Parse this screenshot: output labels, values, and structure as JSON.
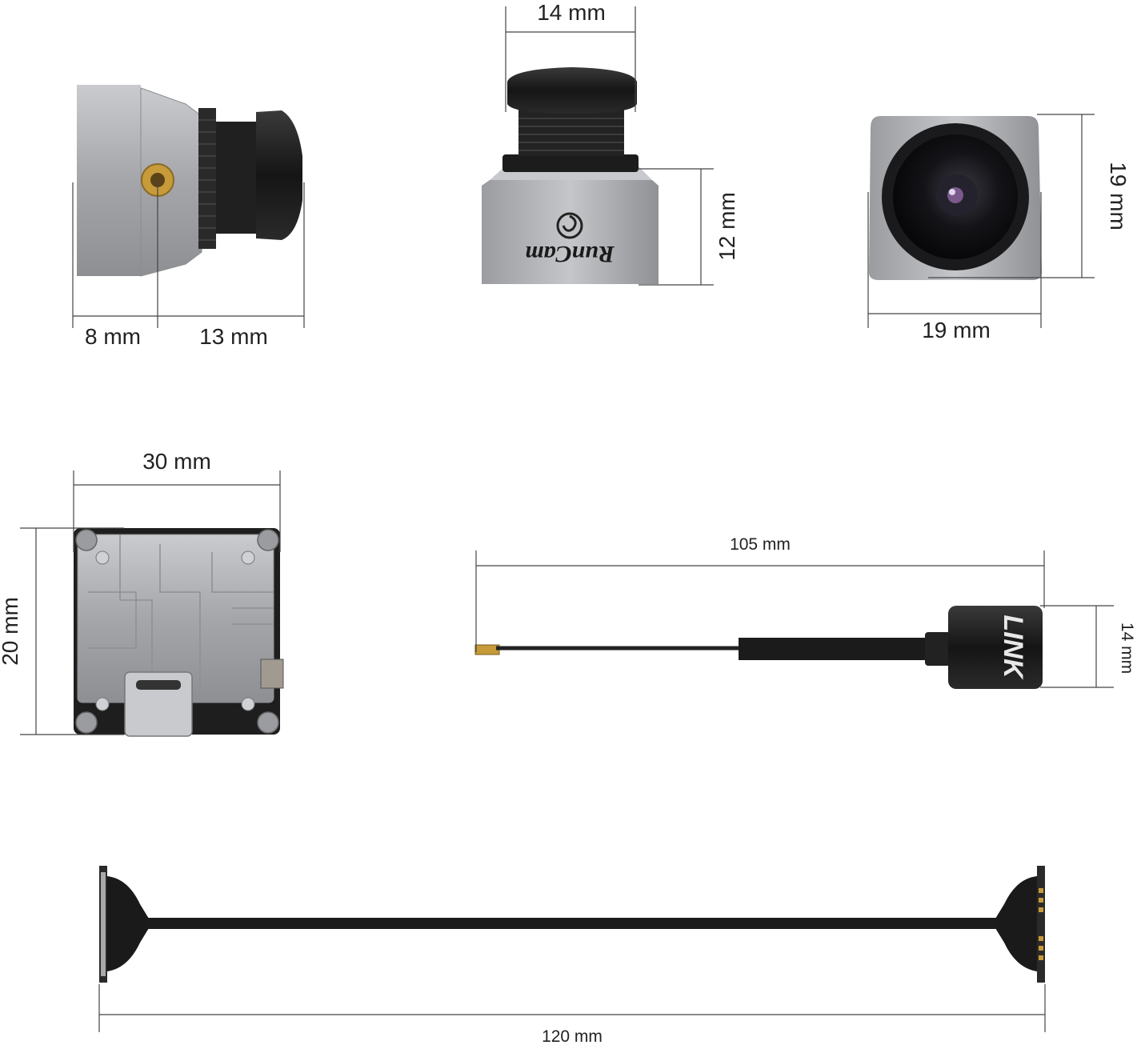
{
  "dimensions": {
    "camera_side_mount": "8 mm",
    "camera_side_body": "13 mm",
    "camera_front_lens_width": "14 mm",
    "camera_front_body_height": "12 mm",
    "camera_top_width": "19 mm",
    "camera_top_height": "19 mm",
    "vtx_width": "30 mm",
    "vtx_height": "20 mm",
    "antenna_length": "105 mm",
    "antenna_head_diameter": "14 mm",
    "cable_length": "120 mm"
  },
  "branding": {
    "camera_logo": "RunCam",
    "antenna_logo": "LINK"
  },
  "colors": {
    "dimension_line": "#444444",
    "camera_silver": "#a9abae",
    "lens_black": "#1b1b1b",
    "brass": "#c79a3a",
    "pcb_black": "#1e1e1e"
  }
}
